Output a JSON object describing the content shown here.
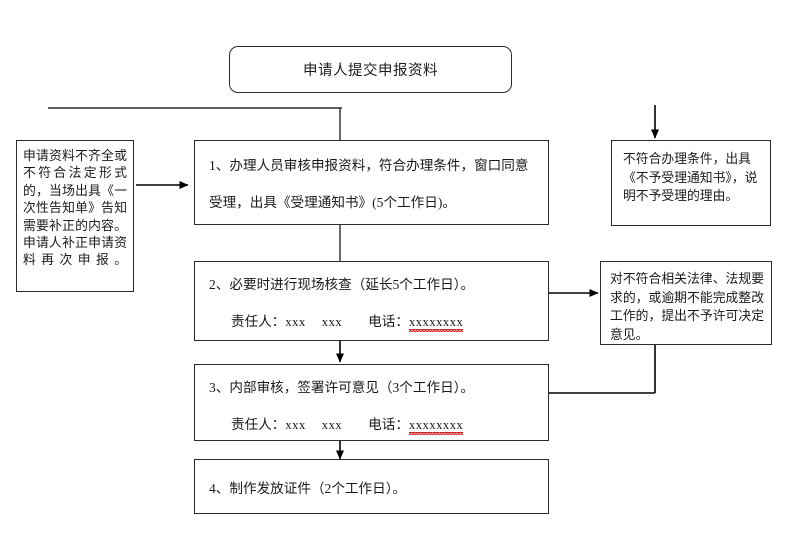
{
  "diagram": {
    "title_box": {
      "label": "申请人提交申报资料"
    },
    "left_note": {
      "label": "申请资料不齐全或不符合法定形式的，当场出具《一次性告知单》告知需要补正的内容。申请人补正申请资料再次申报。"
    },
    "steps": [
      {
        "id": "step1",
        "line1": "1、办理人员审核申报资料，符合办理条件，窗口同意",
        "line2": "受理，出具《受理通知书》(5个工作日)。",
        "has_responsible": false
      },
      {
        "id": "step2",
        "line1": "2、必要时进行现场核查（延长5个工作日）。",
        "has_responsible": true,
        "responsible_label": "责任人：",
        "responsible_value_1": "xxx",
        "responsible_value_2": "xxx",
        "phone_label": "电话：",
        "phone_value": "xxxxxxxx"
      },
      {
        "id": "step3",
        "line1": "3、内部审核，签署许可意见（3个工作日）。",
        "has_responsible": true,
        "responsible_label": "责任人：",
        "responsible_value_1": "xxx",
        "responsible_value_2": "xxx",
        "phone_label": "电话：",
        "phone_value": "xxxxxxxx"
      },
      {
        "id": "step4",
        "line1": "4、制作发放证件（2个工作日）。",
        "has_responsible": false
      }
    ],
    "right_top": {
      "label": "不符合办理条件，出具《不予受理通知书》，说明不予受理的理由。"
    },
    "right_mid": {
      "label": "对不符合相关法律、法规要求的，或逾期不能完成整改工作的，提出不予许可决定意见。"
    },
    "colors": {
      "stroke": "#2b2b2b",
      "arrow": "#000000",
      "spellcheck": "#e03030",
      "background": "#ffffff"
    }
  }
}
